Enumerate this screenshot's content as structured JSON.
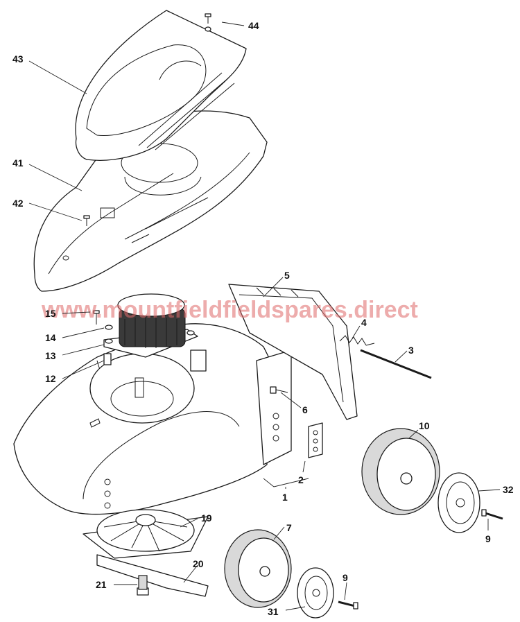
{
  "watermark": "www.mountfieldfieldspares.direct",
  "callouts": {
    "p1": "1",
    "p2": "2",
    "p3": "3",
    "p4": "4",
    "p5": "5",
    "p6": "6",
    "p7": "7",
    "p9a": "9",
    "p9b": "9",
    "p10": "10",
    "p12": "12",
    "p13": "13",
    "p14": "14",
    "p15": "15",
    "p19": "19",
    "p20": "20",
    "p21": "21",
    "p31": "31",
    "p32": "32",
    "p41": "41",
    "p42": "42",
    "p43": "43",
    "p44": "44"
  },
  "colors": {
    "line": "#1a1a1a",
    "watermark": "#e06a6a",
    "tyre": "#d9d9d9"
  }
}
